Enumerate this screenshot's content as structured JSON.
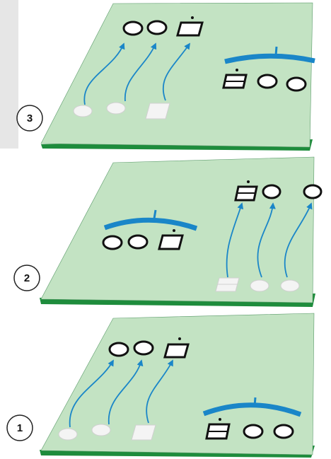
{
  "steps": [
    {
      "number": "3"
    },
    {
      "number": "2"
    },
    {
      "number": "1"
    }
  ],
  "colors": {
    "board_fill": "#c3e3c3",
    "board_edge": "#1e8c3c",
    "arrow": "#1a86c8",
    "bar": "#1a86c8",
    "sidebar": "#e6e6e6",
    "pad_ghost": "#f4f4f4"
  }
}
